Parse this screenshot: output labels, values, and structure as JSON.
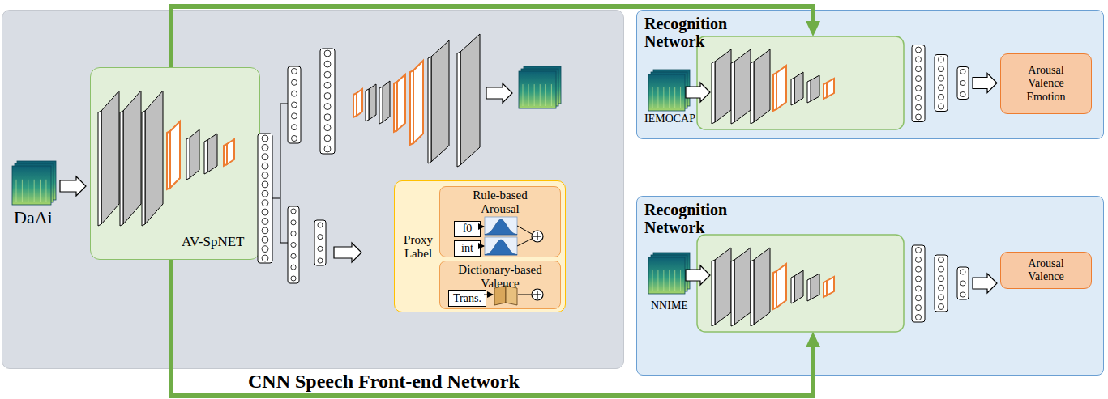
{
  "diagram": {
    "nodes": [
      {
        "text": [
          "CNN Speech Front-end Network"
        ]
      },
      {
        "text": [
          "AV-SpNET"
        ],
        "in": 0
      },
      {
        "text": [
          "Proxy Label"
        ],
        "in": 0
      },
      {
        "text": [
          "Rule-based Arousal"
        ],
        "in": 2
      },
      {
        "text": [
          "f0"
        ],
        "in": 3
      },
      {
        "text": [
          "int"
        ],
        "in": 3
      },
      {
        "text": [
          "Dictionary-based Valence"
        ],
        "in": 2
      },
      {
        "text": [
          "Trans."
        ],
        "in": 6
      },
      {
        "text": [
          "Recognition Network"
        ]
      },
      {
        "text": [
          "Arousal Valence Emotion"
        ],
        "in": 8
      },
      {
        "text": [
          "Recognition Network"
        ]
      },
      {
        "text": [
          "Arousal Valence"
        ],
        "in": 10
      }
    ],
    "edges": [
      {
        "from": 1,
        "to": 8,
        "arrow": "to"
      },
      {
        "from": 1,
        "to": 10,
        "arrow": "to"
      }
    ],
    "labels": [
      "DaAi",
      "IEMOCAP",
      "NNIME"
    ]
  }
}
